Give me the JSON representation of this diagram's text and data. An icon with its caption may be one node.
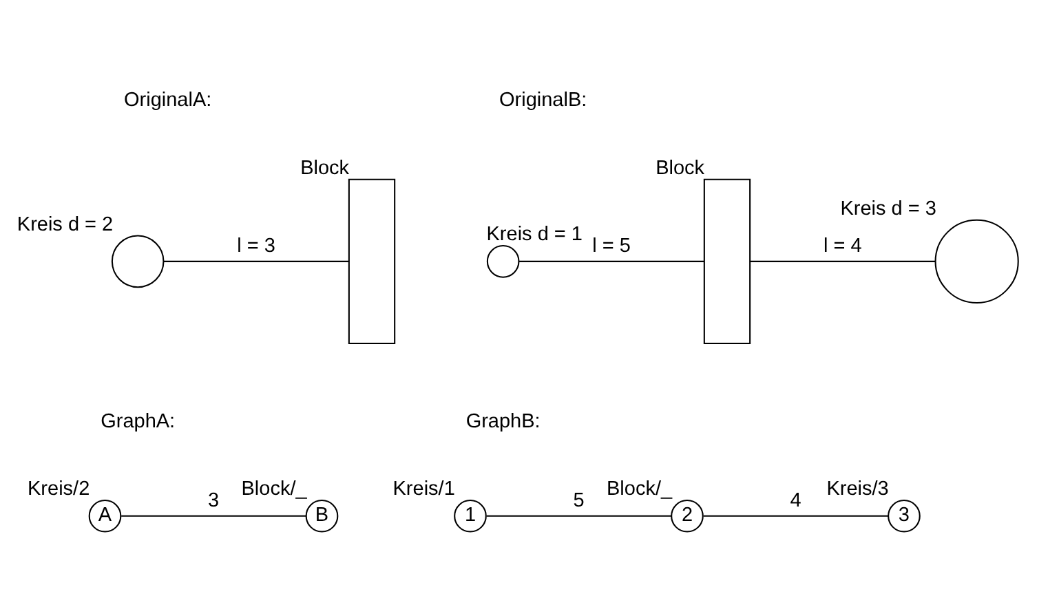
{
  "diagram": {
    "nodes": [
      {
        "text": [],
        "shape": "circle",
        "beside": [
          "Kreis d = 2"
        ]
      },
      {
        "text": [],
        "shape": "box",
        "beside": [
          "Block"
        ]
      },
      {
        "text": [],
        "shape": "circle",
        "beside": [
          "Kreis d = 1"
        ]
      },
      {
        "text": [],
        "shape": "box",
        "beside": [
          "Block"
        ]
      },
      {
        "text": [],
        "shape": "circle",
        "beside": [
          "Kreis d = 3"
        ]
      },
      {
        "text": [
          "A"
        ],
        "beside": [
          "Kreis/2"
        ]
      },
      {
        "text": [
          "B"
        ],
        "beside": [
          "Block/_"
        ]
      },
      {
        "text": [
          "1"
        ],
        "beside": [
          "Kreis/1"
        ]
      },
      {
        "text": [
          "2"
        ],
        "beside": [
          "Block/_"
        ]
      },
      {
        "text": [
          "3"
        ],
        "beside": [
          "Kreis/3"
        ]
      }
    ],
    "edges": [
      {
        "from": 0,
        "to": 1,
        "arrow": "none",
        "label": "l = 3"
      },
      {
        "from": 2,
        "to": 3,
        "arrow": "none",
        "label": "l = 5"
      },
      {
        "from": 3,
        "to": 4,
        "arrow": "none",
        "label": "l = 4"
      },
      {
        "from": 5,
        "to": 6,
        "arrow": "none",
        "label": "3"
      },
      {
        "from": 7,
        "to": 8,
        "arrow": "none",
        "label": "5"
      },
      {
        "from": 8,
        "to": 9,
        "arrow": "none",
        "label": "4"
      }
    ],
    "labels": [
      "OriginalA:",
      "OriginalB:",
      "GraphA:",
      "GraphB:"
    ]
  }
}
